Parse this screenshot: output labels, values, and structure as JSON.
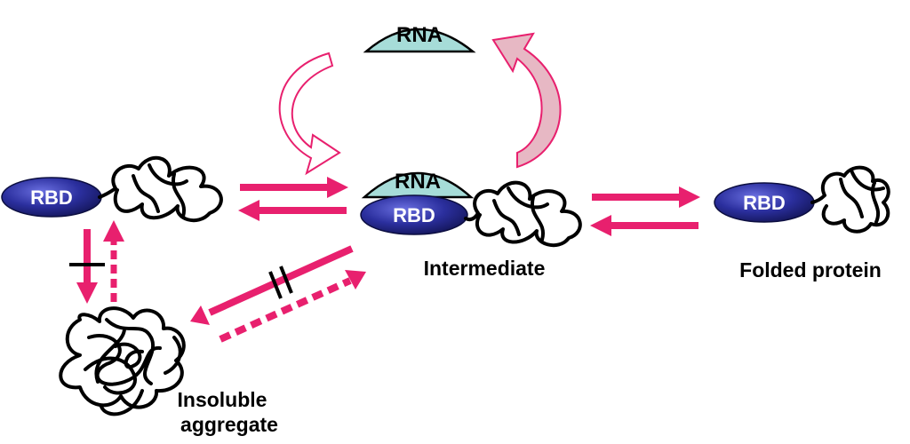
{
  "labels": {
    "rbd": "RBD",
    "rna": "RNA",
    "intermediate": "Intermediate",
    "folded_protein": "Folded protein",
    "aggregate_line1": "Insoluble",
    "aggregate_line2": "aggregate"
  },
  "colors": {
    "arrow": "#e8206e",
    "rbd_fill": "#2b2f9e",
    "rna_fill": "#a6dcd8",
    "curved_arrow_fill": "#e7b8c4"
  }
}
